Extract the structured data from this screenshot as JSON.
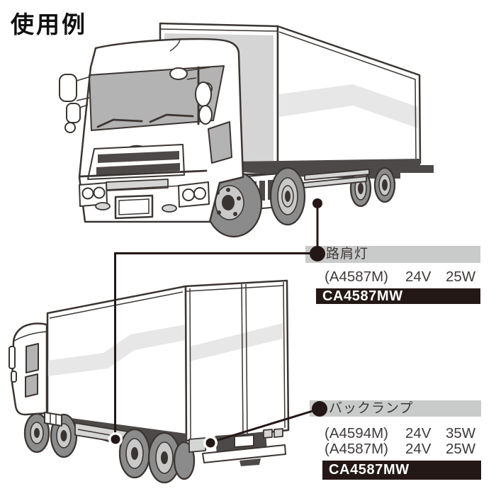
{
  "title": "使用例",
  "callouts": {
    "side_marker": {
      "label": "路肩灯",
      "rows": [
        {
          "part": "(A4587M)",
          "volt": "24V",
          "watt": "25W"
        }
      ],
      "code": "CA4587MW"
    },
    "back_lamp": {
      "label": "バックランプ",
      "rows": [
        {
          "part": "(A4594M)",
          "volt": "24V",
          "watt": "35W"
        },
        {
          "part": "(A4587M)",
          "volt": "24V",
          "watt": "25W"
        }
      ],
      "code": "CA4587MW"
    }
  },
  "icons": {
    "callout_bullet": "filled-circle",
    "leader_dot": "filled-circle-with-white-ring"
  },
  "colors": {
    "label_bar_bg": "#c9caca",
    "code_bar_bg": "#231815",
    "code_text": "#ffffff",
    "body_text": "#3e3a39",
    "line_art": "#3a3532",
    "glass_gray": "#b3b3b4",
    "panel_gray": "#d5d5d6",
    "stripe_gray": "#e7e7e8",
    "chassis_gray": "#4c4948",
    "tire_gray": "#8b8b8b",
    "background": "#ffffff"
  },
  "illustrations": {
    "top_truck": "cab-over box truck, front three-quarter view",
    "bottom_truck": "box truck, rear three-quarter view"
  }
}
